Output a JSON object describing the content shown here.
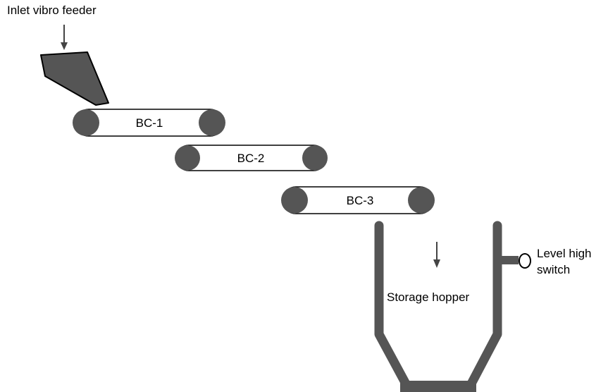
{
  "colors": {
    "equipment_fill": "#555555",
    "outline": "#000000",
    "background": "#ffffff"
  },
  "feeder": {
    "label": "Inlet vibro feeder",
    "icon": "feeder-chute-icon"
  },
  "conveyors": [
    {
      "label": "BC-1"
    },
    {
      "label": "BC-2"
    },
    {
      "label": "BC-3"
    }
  ],
  "hopper": {
    "label": "Storage hopper"
  },
  "level_switch": {
    "label_line1": "Level high",
    "label_line2": "switch"
  }
}
